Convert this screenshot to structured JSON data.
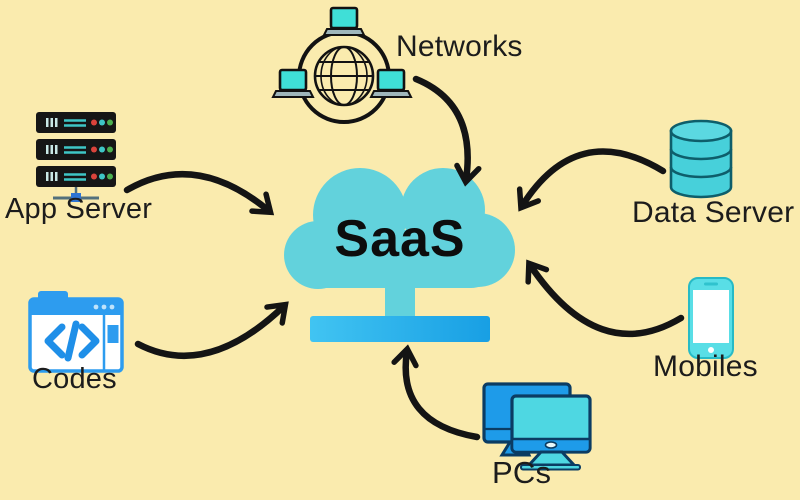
{
  "title": "SaaS",
  "background_color": "#FAEBAE",
  "cloud_color": "#62D2DC",
  "platform_color_light": "#41C4F2",
  "platform_color_dark": "#189FE4",
  "arrow_color": "#141414",
  "icon_colors": {
    "laptop_screen": "#3FDFD7",
    "server_chassis": "#161616",
    "server_led_red": "#D9433B",
    "server_led_teal": "#3EC6C6",
    "server_led_green": "#4CAF50",
    "codes_blue": "#2D9CEF",
    "database_teal": "#47D0DA",
    "phone_teal": "#59DEE6",
    "pc_back_blue": "#1E9BE9",
    "pc_front_cyan": "#4ED7E2"
  },
  "nodes": {
    "networks": {
      "label": "Networks"
    },
    "app_server": {
      "label": "App Server"
    },
    "codes": {
      "label": "Codes"
    },
    "data_server": {
      "label": "Data Server"
    },
    "mobiles": {
      "label": "Mobiles"
    },
    "pcs": {
      "label": "PCs"
    }
  }
}
